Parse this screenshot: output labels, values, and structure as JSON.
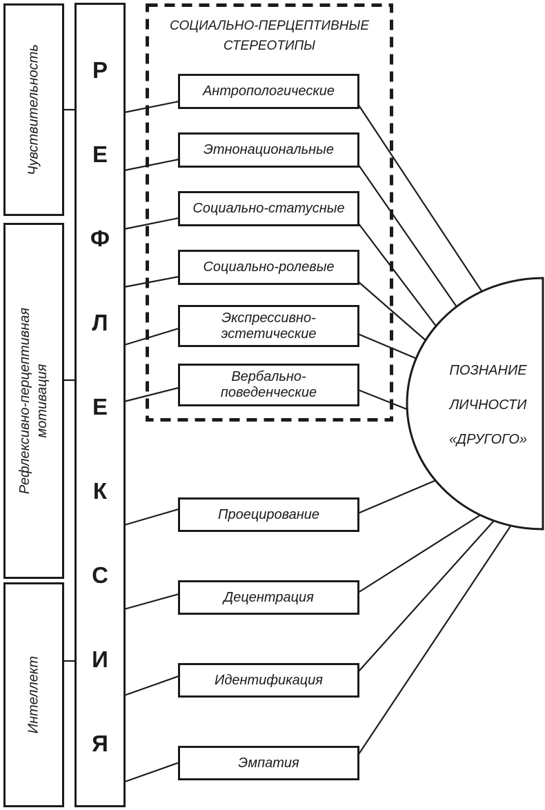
{
  "diagram": {
    "colors": {
      "ink": "#1b1b1b",
      "background": "#ffffff"
    },
    "left_categories": [
      {
        "label": "Чувствительность"
      },
      {
        "label": "Рефлексивно-перцептивная\nмотивация"
      },
      {
        "label": "Интеллект"
      }
    ],
    "spine": {
      "word": "РЕФЛЕКСИЯ",
      "letters": [
        "Р",
        "Е",
        "Ф",
        "Л",
        "Е",
        "К",
        "С",
        "И",
        "Я"
      ]
    },
    "stereotypes_group": {
      "title": "СОЦИАЛЬНО-ПЕРЦЕПТИВНЫЕ\nСТЕРЕОТИПЫ",
      "items": [
        {
          "label": "Антропологические"
        },
        {
          "label": "Этнонациональные"
        },
        {
          "label": "Социально-статусные"
        },
        {
          "label": "Социально-ролевые"
        },
        {
          "label": "Экспрессивно-\nэстетические"
        },
        {
          "label": "Вербально-\nповеденческие"
        }
      ]
    },
    "mechanisms": [
      {
        "label": "Проецирование"
      },
      {
        "label": "Децентрация"
      },
      {
        "label": "Идентификация"
      },
      {
        "label": "Эмпатия"
      }
    ],
    "target": {
      "label": "ПОЗНАНИЕ\nЛИЧНОСТИ\n«ДРУГОГО»"
    }
  }
}
